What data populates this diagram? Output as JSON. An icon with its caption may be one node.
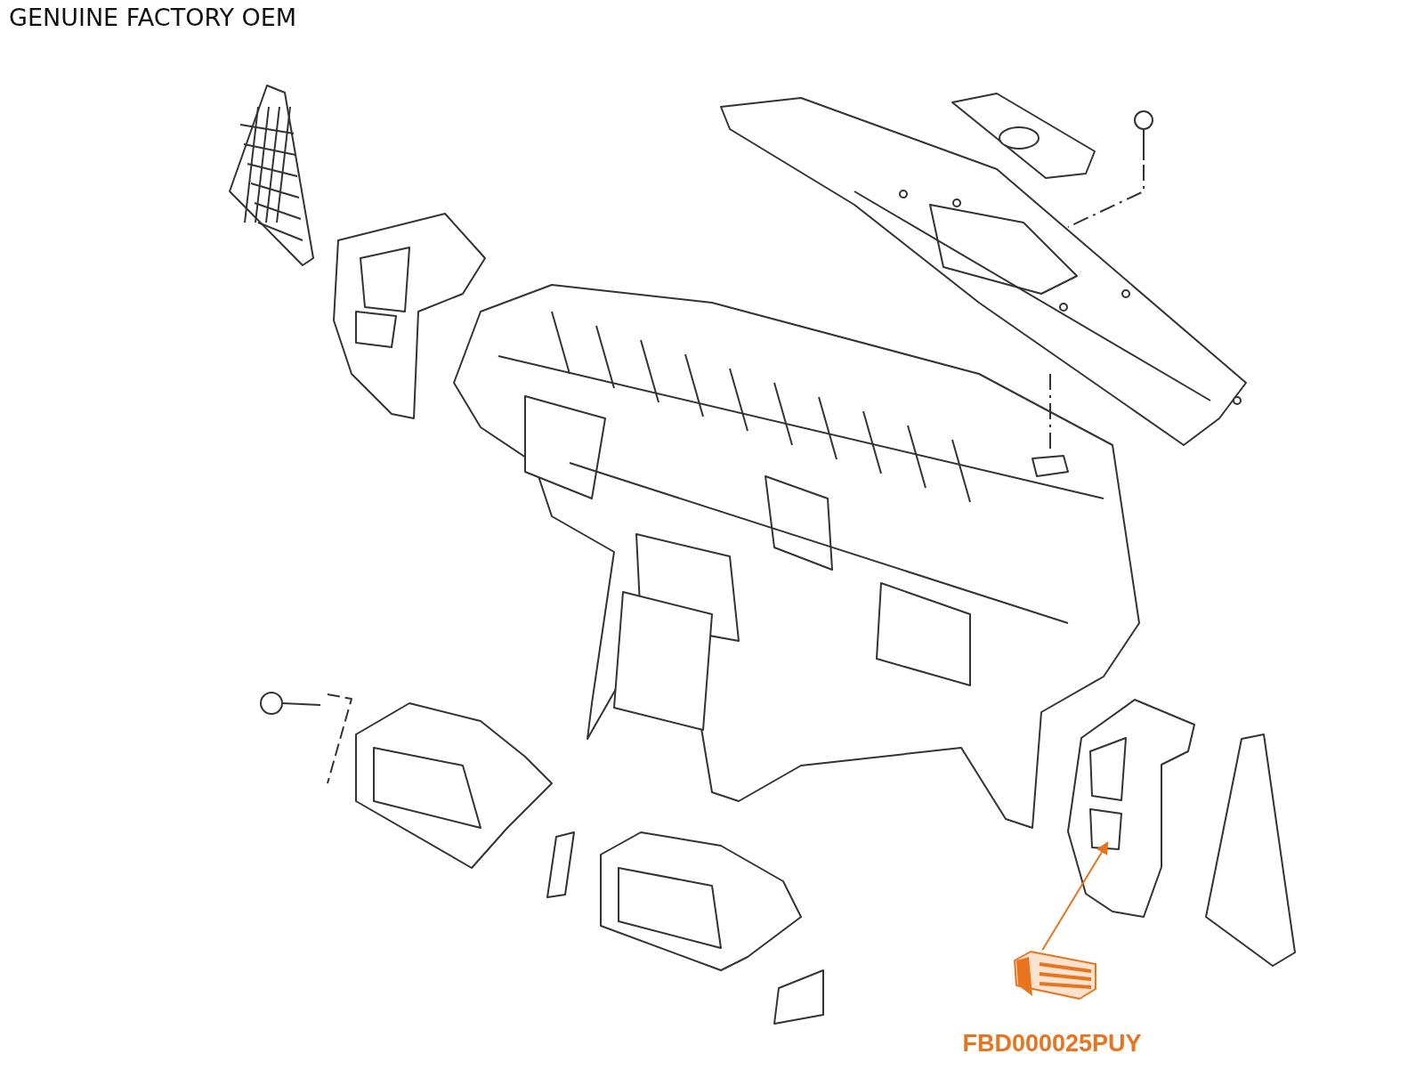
{
  "diagram": {
    "nodes": [
      {
        "text": [],
        "shape": "picture",
        "beside": [
          "FBD000025PUY"
        ]
      },
      {
        "text": [],
        "shape": "picture"
      }
    ],
    "edges": [
      {
        "from": 0,
        "to": 1,
        "arrow": "to",
        "color": "#e8741e"
      }
    ],
    "labels": [
      "GENUINE FACTORY OEM"
    ]
  }
}
